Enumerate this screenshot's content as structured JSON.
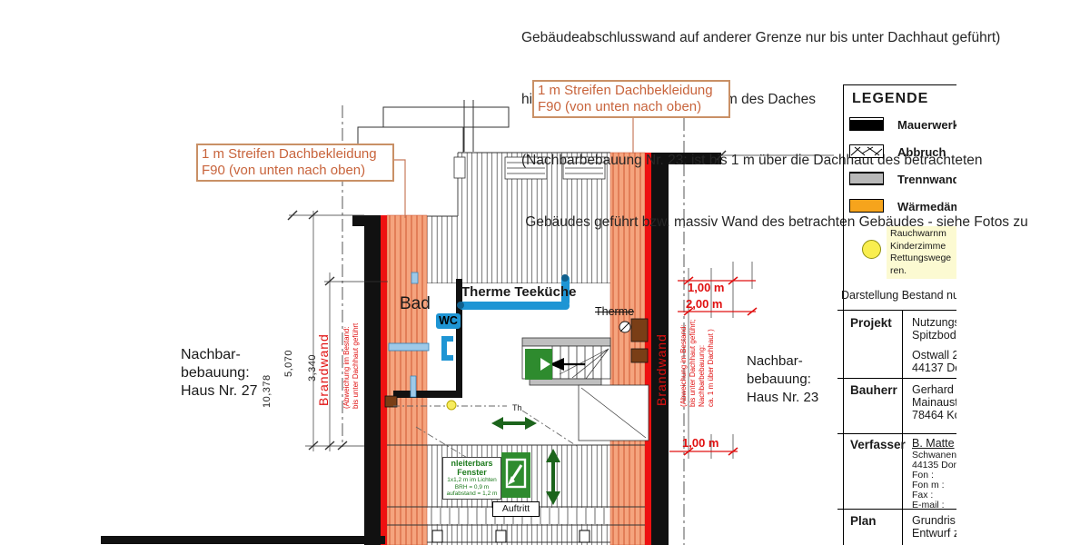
{
  "colors": {
    "firewall_red": "#EE1111",
    "insulation_orange": "#F6A41C",
    "strip_salmon": "#F5A47E",
    "label_orange": "#C8643C",
    "escape_green": "#2E8B2E",
    "pipe_blue": "#1E95D4",
    "smoke_detector_yellow": "#F9EE4F",
    "trennwand_gray": "#BFBFBF"
  },
  "top_note": {
    "lines": [
      "Gebäudeabschlusswand auf anderer Grenze nur bis unter Dachhaut geführt)",
      "hier befindet sich der Krüppelwalm des Daches",
      "(Nachbarbebauung Nr. 23: ist bis 1 m über die Dachhaut des betrachteten",
      " Gebäudes geführt bzw. massiv Wand des betrachten Gebäudes - siehe Fotos zu"
    ]
  },
  "f90_label": {
    "line1": "1 m Streifen Dachbekleidung",
    "line2": "F90 (von unten nach oben)"
  },
  "legend": {
    "title": "LEGENDE",
    "items": [
      {
        "name": "mauerwerk",
        "label": "Mauerwerk"
      },
      {
        "name": "abbruch",
        "label": "Abbruch"
      },
      {
        "name": "trennwand",
        "label": "Trennwand"
      },
      {
        "name": "waermedaemmung",
        "label": "Wärmedäm"
      }
    ],
    "smoke_note_lines": [
      "Rauchwarnm",
      "Kinderzimme",
      "Rettungswege",
      "ren."
    ],
    "footer": "Darstellung Bestand nu"
  },
  "titleblock": {
    "rows": [
      {
        "label": "Projekt",
        "lines": [
          "Nutzungs",
          "Spitzbod",
          "Ostwall 2",
          "44137 De"
        ]
      },
      {
        "label": "Bauherr",
        "lines": [
          "Gerhard",
          "Mainaust",
          "78464 Ko"
        ]
      },
      {
        "label": "Verfasser",
        "lines": [
          "B. Matte",
          "Schwanen",
          "44135 Dor",
          "Fon :",
          "Fon m :",
          "Fax :",
          "E-mail :"
        ]
      },
      {
        "label": "Plan",
        "lines": [
          "Grundris",
          "Entwurf z"
        ]
      }
    ]
  },
  "plan": {
    "rooms": {
      "bad": "Bad",
      "wc": "WC",
      "therme_teekueche": "Therme Teeküche",
      "therme": "Therme",
      "auftritt": "Auftritt",
      "th": "Th"
    },
    "window_note": {
      "title1": "nleiterbars",
      "title2": "Fenster",
      "lines": [
        "1x1,2 m im Lichten",
        "BRH = 0,9 m",
        "aufabstand = 1,2 m"
      ]
    },
    "neighbor_left": {
      "lines": [
        "Nachbar-",
        "bebauung:",
        "Haus Nr. 27"
      ]
    },
    "neighbor_right": {
      "lines": [
        "Nachbar-",
        "bebauung:",
        "Haus Nr. 23"
      ]
    },
    "firewall_left": {
      "title": "Brandwand",
      "notes": [
        "(Abweichung im Bestand:",
        "bis unter Dachhaut geführt"
      ]
    },
    "firewall_right": {
      "title": "Brandwand",
      "notes": [
        "(Abweichung im Bestand:",
        "bis unter Dachhaut geführt;",
        "Nachbarbebauung:",
        "ca. 1 m über Dachhaut )"
      ]
    },
    "dims_black": {
      "total": "10,378",
      "upper": "5,070",
      "inner": "3,340"
    },
    "dims_red": {
      "top1": "1,00 m",
      "top2": "2,00 m",
      "bottom": "1,00 m"
    }
  }
}
